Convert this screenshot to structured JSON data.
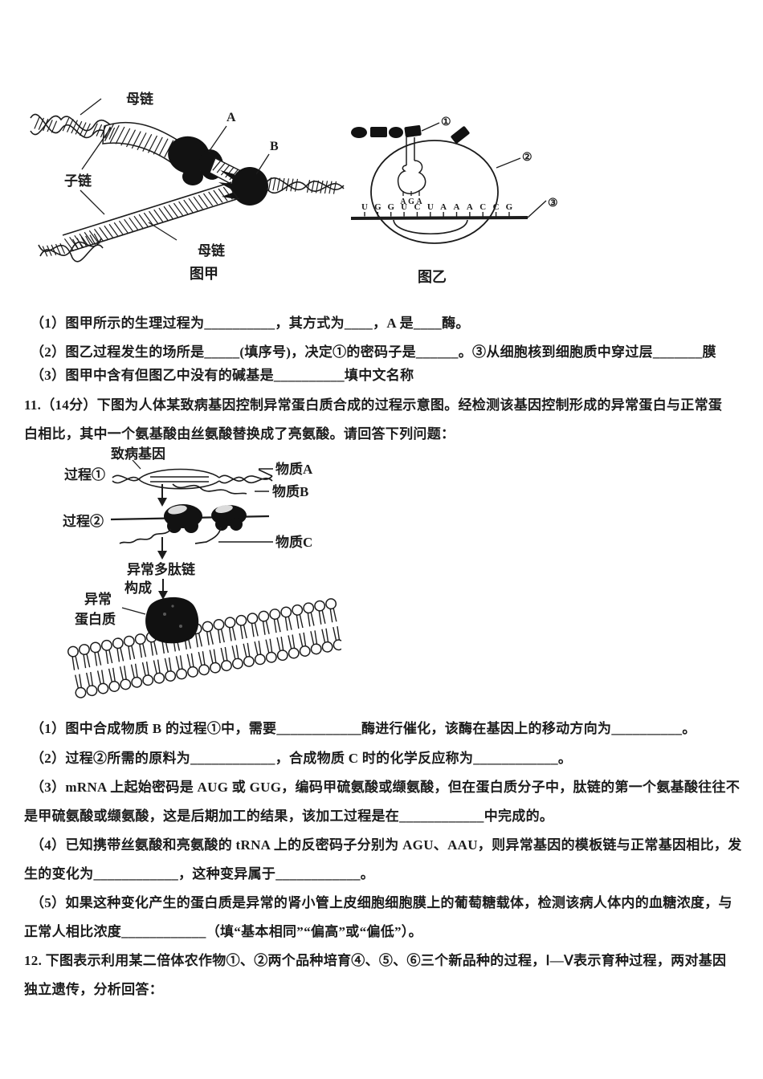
{
  "page": {
    "background": "#ffffff",
    "ink": "#1c1c1c"
  },
  "fig_jia": {
    "caption": "图甲",
    "label_mother_top": "母链",
    "label_a": "A",
    "label_b": "B",
    "label_daughter": "子链",
    "label_mother_bottom": "母链"
  },
  "fig_yi": {
    "caption": "图乙",
    "num1": "①",
    "num2": "②",
    "num3": "③",
    "anticodon": [
      "A",
      "G",
      "A"
    ],
    "mrna_letters": [
      "U",
      "G",
      "G",
      "U",
      "C",
      "U",
      "A",
      "A",
      "A",
      "C",
      "C",
      "G"
    ]
  },
  "q10": {
    "line1": "（1）图甲所示的生理过程为__________，其方式为____，A 是____酶。",
    "line2": "（2）图乙过程发生的场所是_____(填序号)，决定①的密码子是______。③从细胞核到细胞质中穿过层_______膜",
    "line3": "（3）图甲中含有但图乙中没有的碱基是__________填中文名称"
  },
  "q11": {
    "stem1": "11.（14分）下图为人体某致病基因控制异常蛋白质合成的过程示意图。经检测该基因控制形成的异常蛋白与正常蛋",
    "stem2": "白相比，其中一个氨基酸由丝氨酸替换成了亮氨酸。请回答下列问题：",
    "diagram": {
      "gene": "致病基因",
      "process1": "过程①",
      "process2": "过程②",
      "substance_a": "物质A",
      "substance_b": "物质B",
      "substance_c": "物质C",
      "abnormal_peptide": "异常多肽链",
      "compose": "构成",
      "abnormal1": "异常",
      "abnormal2": "蛋白质"
    },
    "item1": "（1）图中合成物质 B 的过程①中，需要____________酶进行催化，该酶在基因上的移动方向为__________。",
    "item2": "（2）过程②所需的原料为____________，合成物质 C 时的化学反应称为____________。",
    "item3a": "（3）mRNA 上起始密码是 AUG 或 GUG，编码甲硫氨酸或缬氨酸，但在蛋白质分子中，肽链的第一个氨基酸往往不",
    "item3b": "是甲硫氨酸或缬氨酸，这是后期加工的结果，该加工过程是在____________中完成的。",
    "item4a": "（4）已知携带丝氨酸和亮氨酸的 tRNA 上的反密码子分别为 AGU、AAU，则异常基因的模板链与正常基因相比，发",
    "item4b": "生的变化为____________，这种变异属于____________。",
    "item5a": "（5）如果这种变化产生的蛋白质是异常的肾小管上皮细胞细胞膜上的葡萄糖载体，检测该病人体内的血糖浓度，与",
    "item5b": "正常人相比浓度____________（填“基本相同”“偏高”或“偏低”）。"
  },
  "q12": {
    "line1": "12. 下图表示利用某二倍体农作物①、②两个品种培育④、⑤、⑥三个新品种的过程，Ⅰ—Ⅴ表示育种过程，两对基因",
    "line2": "独立遗传，分析回答："
  }
}
